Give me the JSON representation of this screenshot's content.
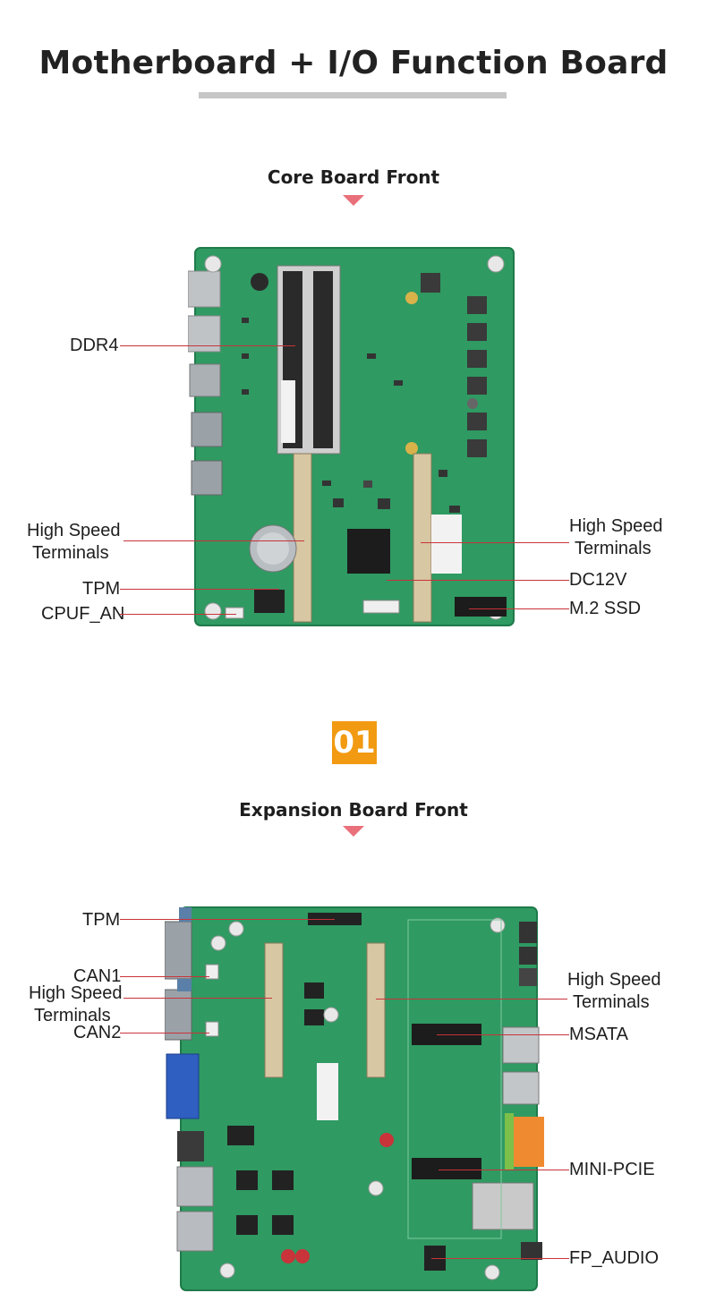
{
  "header": {
    "title": "Motherboard + I/O Function Board"
  },
  "core_board": {
    "title": "Core Board Front",
    "labels": {
      "ddr4": "DDR4",
      "hs_left_1": "High Speed",
      "hs_left_2": "Terminals",
      "tpm": "TPM",
      "cpuf_an": "CPUF_AN",
      "hs_right_1": "High Speed",
      "hs_right_2": "Terminals",
      "dc12v": "DC12V",
      "m2_ssd": "M.2 SSD"
    }
  },
  "step_badge": "01",
  "expansion_board": {
    "title": "Expansion Board Front",
    "labels": {
      "tpm": "TPM",
      "can1": "CAN1",
      "hs_left_1": "High Speed",
      "hs_left_2": "Terminals",
      "can2": "CAN2",
      "hs_right_1": "High Speed",
      "hs_right_2": "Terminals",
      "msata": "MSATA",
      "mini_pcie": "MINI-PCIE",
      "fp_audio": "FP_AUDIO"
    }
  },
  "colors": {
    "pcb_green": "#2f9a62",
    "accent_red": "#c9333a",
    "triangle": "#e9707a",
    "badge": "#f19a12"
  }
}
